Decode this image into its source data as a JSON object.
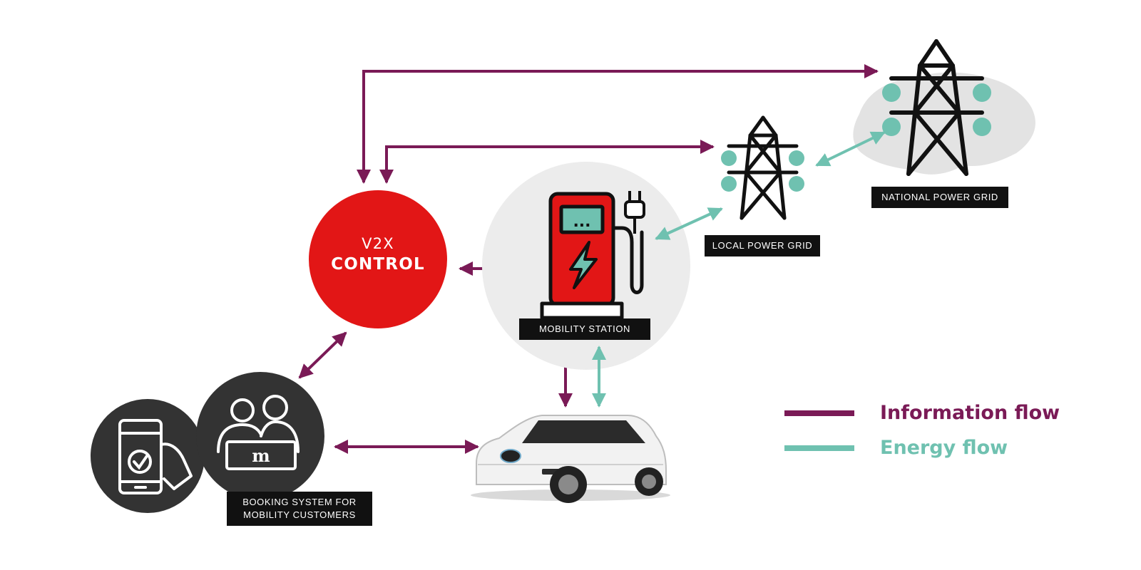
{
  "colors": {
    "information_flow": "#7a1a56",
    "energy_flow": "#6fc1b0",
    "v2x_red": "#e21616",
    "station_bg": "#ececec",
    "label_bg": "#111111",
    "booking_circle": "#333333"
  },
  "nodes": {
    "v2x_control": {
      "line1": "V2X",
      "line2": "CONTROL"
    },
    "mobility_station": {
      "label": "MOBILITY STATION",
      "screen_text": "..."
    },
    "local_power_grid": {
      "label": "LOCAL POWER GRID"
    },
    "national_power_grid": {
      "label": "NATIONAL POWER GRID"
    },
    "booking_system": {
      "line1": "BOOKING SYSTEM FOR",
      "line2": "MOBILITY CUSTOMERS",
      "badge": "m"
    }
  },
  "legend": {
    "information_flow": "Information flow",
    "energy_flow": "Energy flow"
  },
  "icons": [
    "lightning-bolt-icon",
    "plug-icon",
    "power-tower-icon",
    "smartphone-tap-icon",
    "people-icon",
    "checkmark-icon",
    "electric-car-icon",
    "switzerland-map-icon"
  ]
}
